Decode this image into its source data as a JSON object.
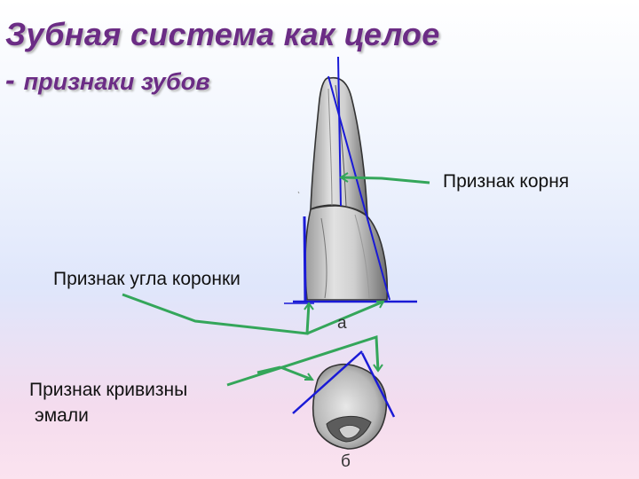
{
  "slide": {
    "title_line1": "Зубная система как целое",
    "title_line2_dash": "-",
    "title_line2": "признаки зубов"
  },
  "labels": {
    "root_sign": "Признак  корня",
    "crown_angle_sign": "Признак угла коронки",
    "enamel_curvature_sign_line1": "Признак кривизны",
    "enamel_curvature_sign_line2": "эмали"
  },
  "figure_labels": {
    "a": "а",
    "b": "б"
  },
  "colors": {
    "title": "#6b2c85",
    "pointer_lines": "#34a65a",
    "guide_lines": "#1a1ad6"
  }
}
